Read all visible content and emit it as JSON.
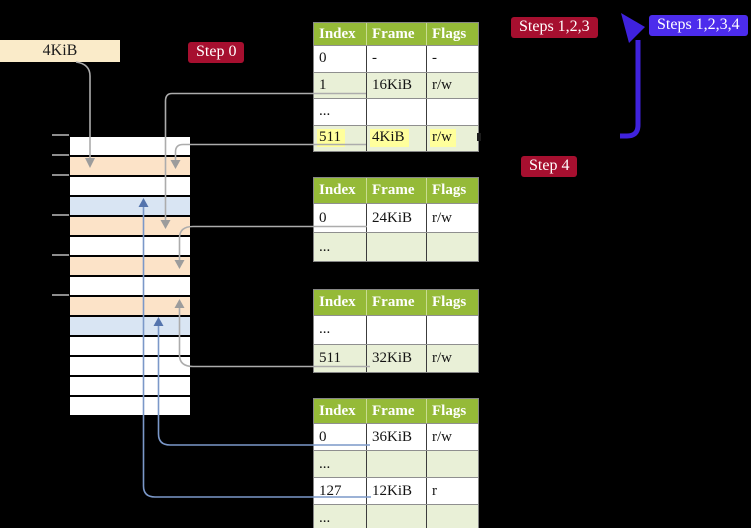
{
  "labels": {
    "page_size": "4KiB",
    "step0": "Step 0",
    "steps123": "Steps 1,2,3",
    "steps1234": "Steps 1,2,3,4",
    "step4": "Step 4"
  },
  "colors": {
    "background": "#000000",
    "table_header_green": "#95ba38",
    "table_row_shaded_green": "#e9f0d7",
    "highlight_yellow": "#ffff9c",
    "memory_row_orange": "#fce3c8",
    "memory_row_blue": "#d9e5f3",
    "memory_row_white": "#ffffff",
    "badge_red": "#a60f2f",
    "badge_blue_violet": "#4c2cec",
    "page_size_box_cream": "#faebc9",
    "connector_gray": "#acacac",
    "connector_blue": "#7b98c9",
    "big_arrow_blue": "#3f22dd"
  },
  "memory": {
    "rows": [
      "white",
      "orange",
      "white",
      "blue",
      "orange",
      "white",
      "orange",
      "white",
      "orange",
      "blue",
      "white",
      "white",
      "white",
      "white"
    ]
  },
  "tables": [
    {
      "title": "page-table-top",
      "headers": [
        "Index",
        "Frame",
        "Flags"
      ],
      "rows": [
        {
          "cells": [
            "0",
            "-",
            "-"
          ],
          "shaded": false,
          "highlight": false
        },
        {
          "cells": [
            "1",
            "16KiB",
            "r/w"
          ],
          "shaded": true,
          "highlight": false
        },
        {
          "cells": [
            "...",
            "",
            ""
          ],
          "shaded": false,
          "highlight": false
        },
        {
          "cells": [
            "511",
            "4KiB",
            "r/w"
          ],
          "shaded": true,
          "highlight": true
        }
      ]
    },
    {
      "title": "page-table-second",
      "headers": [
        "Index",
        "Frame",
        "Flags"
      ],
      "rows": [
        {
          "cells": [
            "0",
            "24KiB",
            "r/w"
          ],
          "shaded": false,
          "highlight": false
        },
        {
          "cells": [
            "...",
            "",
            ""
          ],
          "shaded": true,
          "highlight": false
        }
      ]
    },
    {
      "title": "page-table-third",
      "headers": [
        "Index",
        "Frame",
        "Flags"
      ],
      "rows": [
        {
          "cells": [
            "...",
            "",
            ""
          ],
          "shaded": false,
          "highlight": false
        },
        {
          "cells": [
            "511",
            "32KiB",
            "r/w"
          ],
          "shaded": true,
          "highlight": false
        }
      ]
    },
    {
      "title": "page-table-fourth",
      "headers": [
        "Index",
        "Frame",
        "Flags"
      ],
      "rows": [
        {
          "cells": [
            "0",
            "36KiB",
            "r/w"
          ],
          "shaded": false,
          "highlight": false
        },
        {
          "cells": [
            "...",
            "",
            ""
          ],
          "shaded": true,
          "highlight": false
        },
        {
          "cells": [
            "127",
            "12KiB",
            "r"
          ],
          "shaded": false,
          "highlight": false
        },
        {
          "cells": [
            "...",
            "",
            ""
          ],
          "shaded": true,
          "highlight": false
        }
      ]
    }
  ]
}
